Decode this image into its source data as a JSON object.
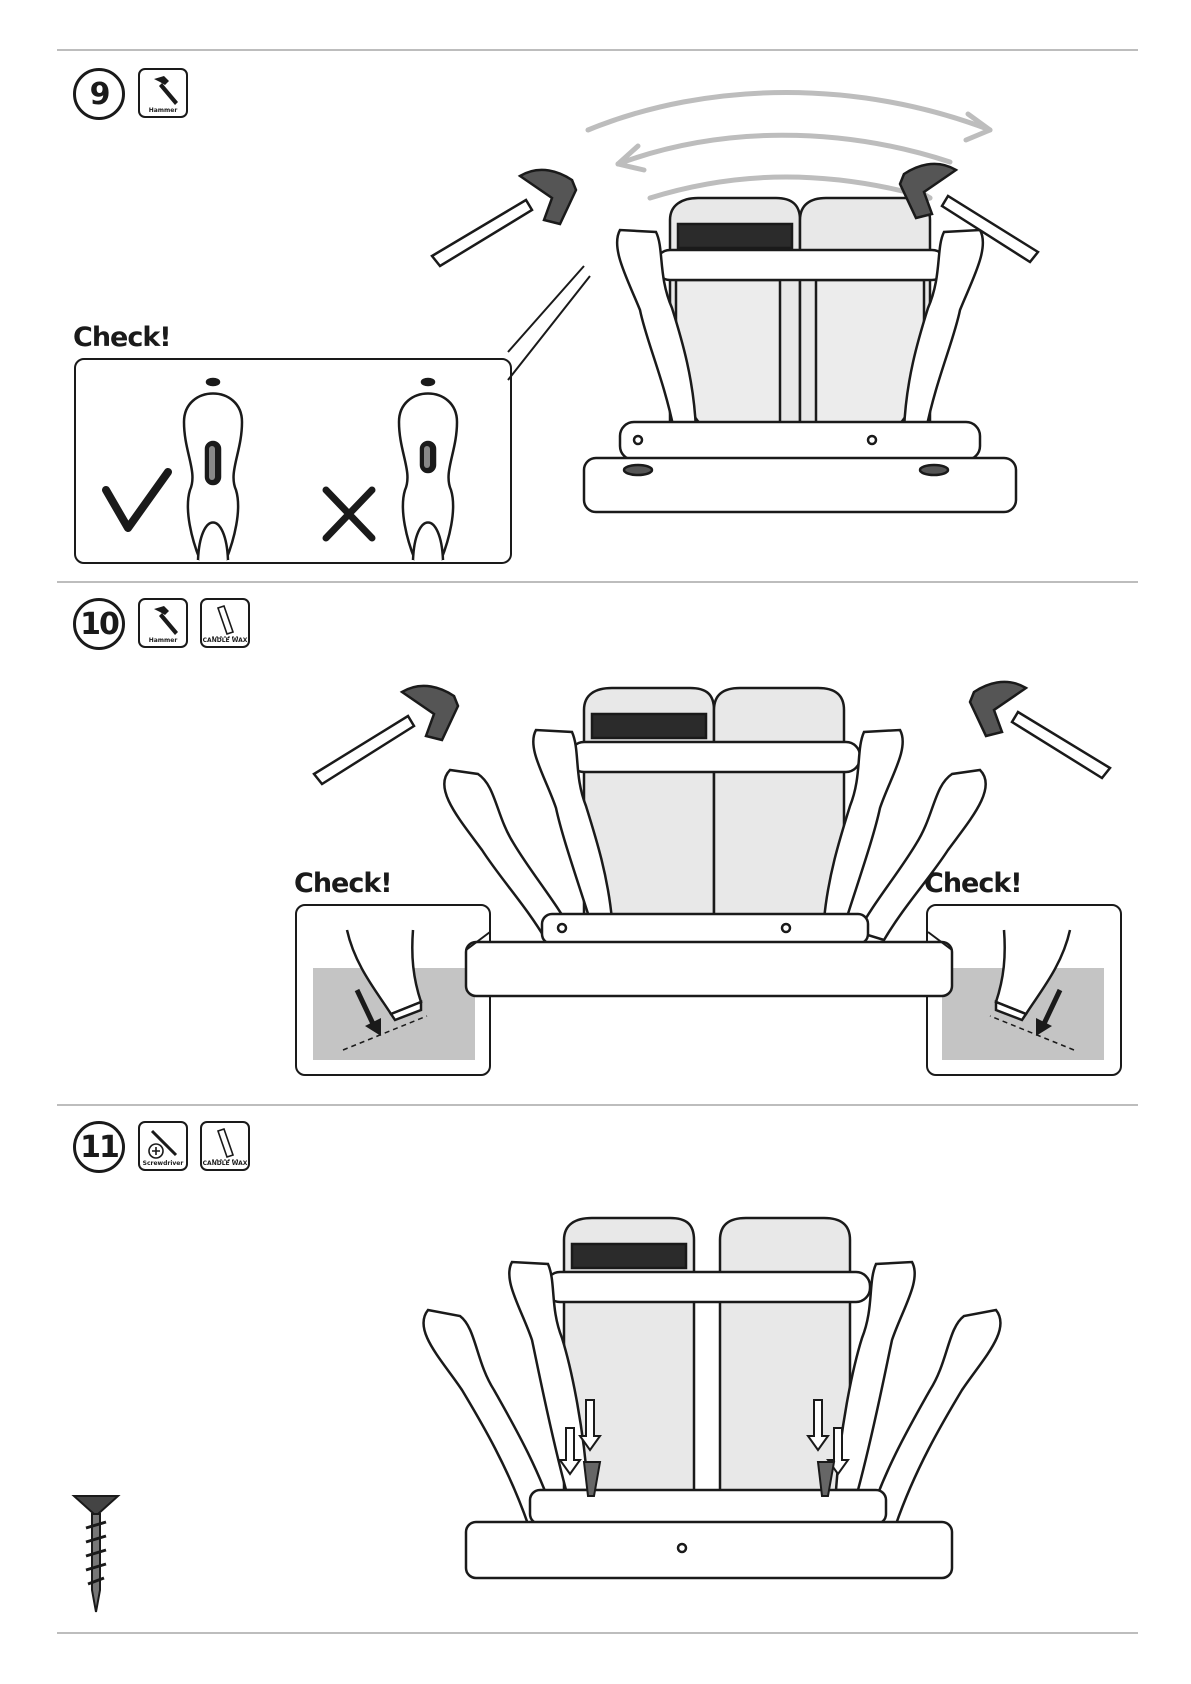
{
  "steps": [
    {
      "number": "9",
      "tools": [
        "Hammer"
      ],
      "check_label": "Check!"
    },
    {
      "number": "10",
      "tools": [
        "Hammer",
        "CANDLE WAX"
      ],
      "check_label_left": "Check!",
      "check_label_right": "Check!"
    },
    {
      "number": "11",
      "tools": [
        "Screwdriver",
        "CANDLE WAX"
      ]
    }
  ],
  "icons": {
    "hammer": "hammer-icon",
    "candle_wax": "candle-wax-icon",
    "screwdriver": "screwdriver-icon",
    "check_ok": "check-mark-icon",
    "check_wrong": "cross-mark-icon",
    "screw": "screw-icon"
  },
  "colors": {
    "line": "#1a1a1a",
    "arrow_grey": "#bdbdbd",
    "fill_light": "#e8e8e8",
    "fill_dark": "#2b2b2b",
    "ground": "#c4c4c4"
  }
}
